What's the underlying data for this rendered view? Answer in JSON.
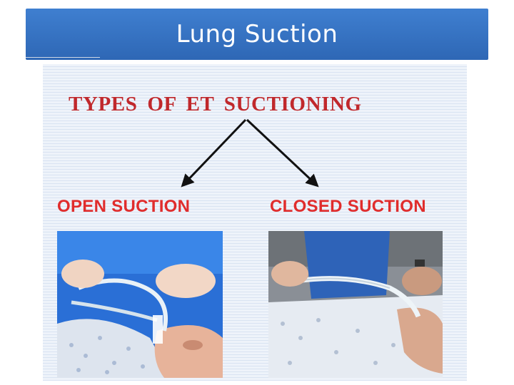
{
  "slide": {
    "title": "Lung Suction"
  },
  "diagram": {
    "heading": "TYPES OF  ET  SUCTIONING",
    "branches": [
      {
        "label": "OPEN SUCTION"
      },
      {
        "label": "CLOSED SUCTION"
      }
    ]
  },
  "colors": {
    "title_bar": "#2e67b5",
    "heading_red": "#c0282c",
    "label_red": "#e02c2c"
  }
}
